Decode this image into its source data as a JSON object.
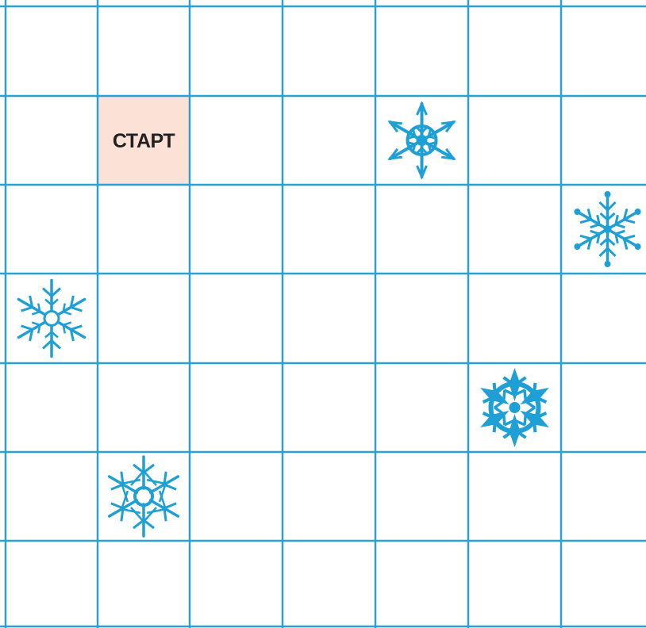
{
  "grid": {
    "rows": 7,
    "cols": 7,
    "line_color": "#29a0d8",
    "background": "#ffffff"
  },
  "start": {
    "label": "СТАРТ",
    "row": 1,
    "col": 1,
    "fill_color": "#fbe1d6"
  },
  "snowflakes": [
    {
      "row": 1,
      "col": 4,
      "icon": "snowflake-icon",
      "style": "wheel"
    },
    {
      "row": 2,
      "col": 6,
      "icon": "snowflake-icon",
      "style": "branched"
    },
    {
      "row": 3,
      "col": 0,
      "icon": "snowflake-icon",
      "style": "ring"
    },
    {
      "row": 4,
      "col": 5,
      "icon": "snowflake-icon",
      "style": "dense"
    },
    {
      "row": 5,
      "col": 1,
      "icon": "snowflake-icon",
      "style": "star"
    }
  ],
  "snowflake_color": "#1e9fd6"
}
